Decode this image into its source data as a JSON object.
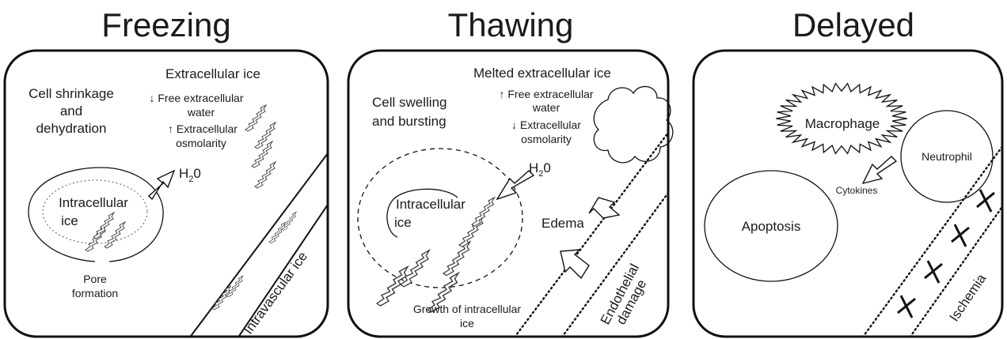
{
  "panels": {
    "freezing": {
      "title": "Freezing",
      "cell_change": [
        "Cell shrinkage",
        "and",
        "dehydration"
      ],
      "extracellular_ice": "Extracellular ice",
      "free_water": [
        "↓ Free extracellular",
        "water"
      ],
      "osmolarity": [
        "↑ Extracellular",
        "osmolarity"
      ],
      "h2o": "H",
      "h2o_sub": "2",
      "h2o_end": "0",
      "intracellular_ice": [
        "Intracellular",
        "ice"
      ],
      "pore_formation": [
        "Pore",
        "formation"
      ],
      "intravascular_ice": "Intravascular ice"
    },
    "thawing": {
      "title": "Thawing",
      "melted_ice": "Melted extracellular ice",
      "cell_change": [
        "Cell swelling",
        "and bursting"
      ],
      "free_water": [
        "↑ Free extracellular",
        "water"
      ],
      "osmolarity": [
        "↓ Extracellular",
        "osmolarity"
      ],
      "h2o": "H",
      "h2o_sub": "2",
      "h2o_end": "0",
      "intracellular_ice": [
        "Intracellular",
        "ice"
      ],
      "edema": "Edema",
      "growth": [
        "Growth of intracellular",
        "ice"
      ],
      "endothelial": [
        "Endothelial",
        "damage"
      ]
    },
    "delayed": {
      "title": "Delayed",
      "macrophage": "Macrophage",
      "neutrophil": "Neutrophil",
      "cytokines": "Cytokines",
      "apoptosis": "Apoptosis",
      "ischemia": "Ischemia"
    }
  }
}
